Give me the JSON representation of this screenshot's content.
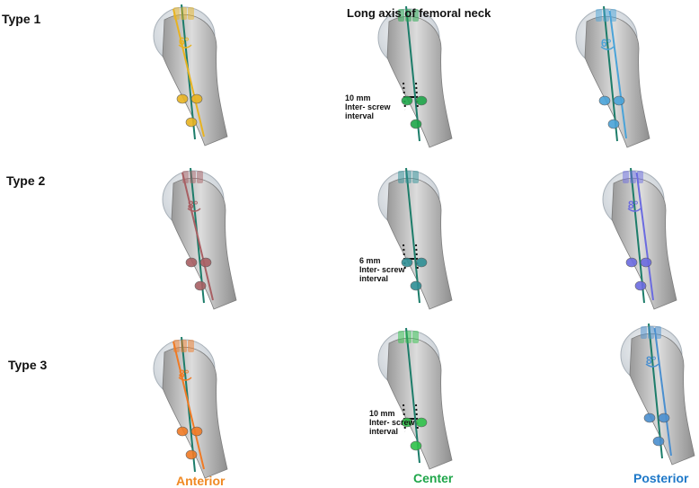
{
  "heading": "Long axis of femoral neck",
  "row_labels": [
    "Type 1",
    "Type 2",
    "Type 3"
  ],
  "column_labels": [
    {
      "text": "Anterior",
      "color": "#f08a24"
    },
    {
      "text": "Center",
      "color": "#1fa64a"
    },
    {
      "text": "Posterior",
      "color": "#1e78c8"
    }
  ],
  "interval_notes": [
    "10 mm\nInter- screw\ninterval",
    "6 mm\nInter- screw\ninterval",
    "10 mm\nInter- screw\ninterval"
  ],
  "panels": [
    {
      "id": "type1-anterior",
      "angle": "6°",
      "color": "#e8b321"
    },
    {
      "id": "type1-center",
      "angle": "",
      "color": "#1fa64a"
    },
    {
      "id": "type1-posterior",
      "angle": "6°",
      "color": "#4aa3d8"
    },
    {
      "id": "type2-anterior",
      "angle": "8°",
      "color": "#a85f63"
    },
    {
      "id": "type2-center",
      "angle": "",
      "color": "#2f8f95"
    },
    {
      "id": "type2-posterior",
      "angle": "8°",
      "color": "#6b6be0"
    },
    {
      "id": "type3-anterior",
      "angle": "8°",
      "color": "#f07a24"
    },
    {
      "id": "type3-center",
      "angle": "",
      "color": "#2fc24a"
    },
    {
      "id": "type3-posterior",
      "angle": "8°",
      "color": "#4a8fcf"
    }
  ],
  "axis_color": "#1d7d6a"
}
